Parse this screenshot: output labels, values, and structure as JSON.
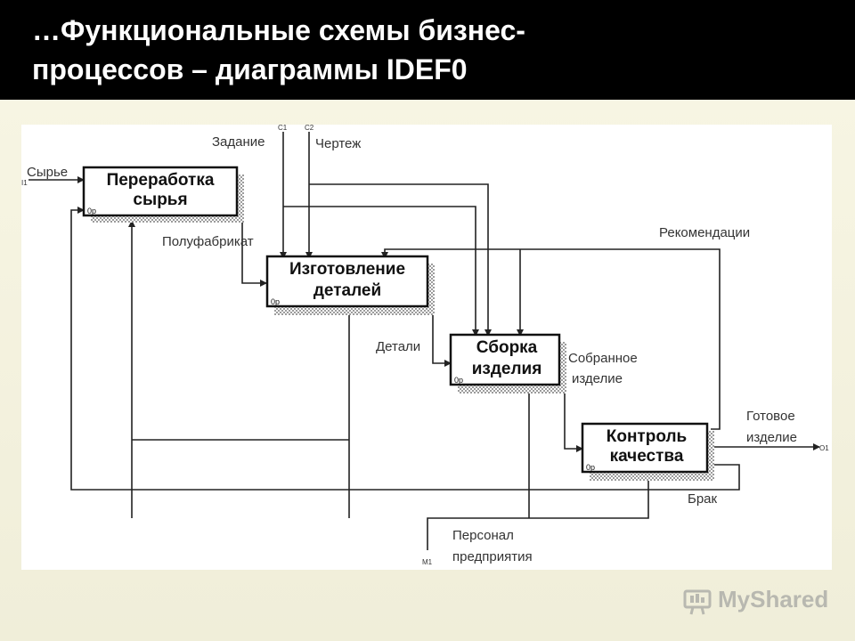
{
  "slide": {
    "title_line1": "…Функциональные схемы бизнес-",
    "title_line2": "процессов – диаграммы IDEF0"
  },
  "diagram": {
    "boxes": [
      {
        "line1": "Переработка",
        "line2": "сырья",
        "code": "0р"
      },
      {
        "line1": "Изготовление",
        "line2": "деталей",
        "code": "0р"
      },
      {
        "line1": "Сборка",
        "line2": "изделия",
        "code": "0р"
      },
      {
        "line1": "Контроль",
        "line2": "качества",
        "code": "0р"
      }
    ],
    "labels": {
      "input": "Сырье",
      "input_code": "I1",
      "control1": "Задание",
      "control1_code": "C1",
      "control2": "Чертеж",
      "control2_code": "C2",
      "semi": "Полуфабрикат",
      "parts": "Детали",
      "assembled_line1": "Собранное",
      "assembled_line2": "изделие",
      "recommendations": "Рекомендации",
      "finished_line1": "Готовое",
      "finished_line2": "изделие",
      "output_code": "O1",
      "defect": "Брак",
      "staff_line1": "Персонал",
      "staff_line2": "предприятия",
      "mech_code": "M1"
    }
  },
  "logo": {
    "text": "MyShared"
  }
}
